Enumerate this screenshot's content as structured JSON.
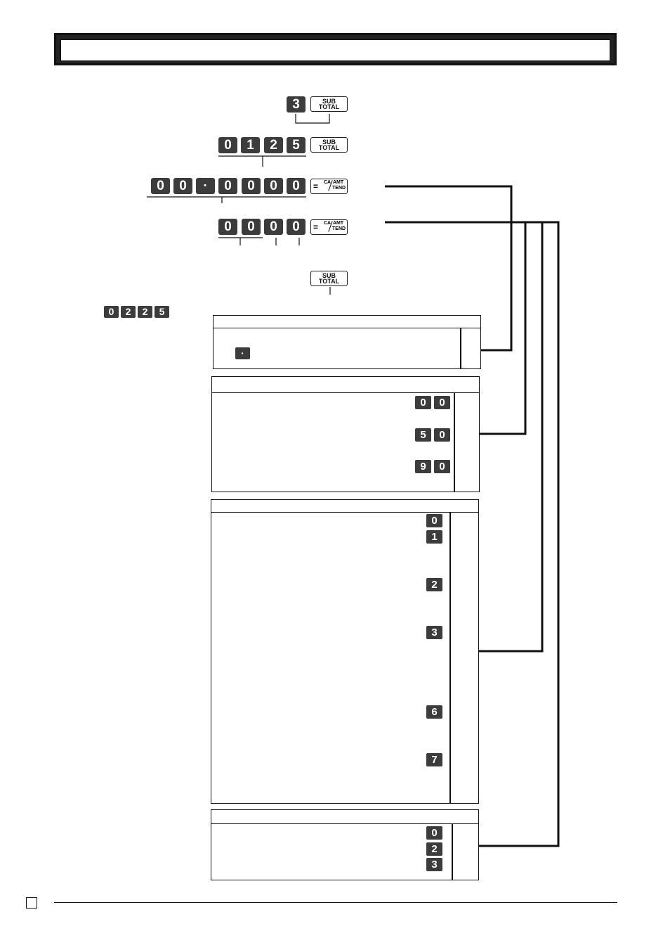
{
  "title": "",
  "steps": [
    {
      "keys": [
        "3"
      ],
      "function_key": "sub-total"
    },
    {
      "keys": [
        "0",
        "1",
        "2",
        "5"
      ],
      "function_key": "sub-total"
    },
    {
      "keys": [
        "0",
        "0",
        "·",
        "0",
        "0",
        "0",
        "0"
      ],
      "function_key": "ca-amt-tend"
    },
    {
      "keys": [
        "0",
        "0",
        "0",
        "0"
      ],
      "function_key": "ca-amt-tend"
    },
    {
      "keys": [],
      "function_key": "sub-total"
    }
  ],
  "function_keys": {
    "sub_total": {
      "line1": "SUB",
      "line2": "TOTAL"
    },
    "ca_amt_tend": {
      "eq": "=",
      "ca": "CA",
      "amt": "AMT",
      "tend": "TEND"
    }
  },
  "example_keys": [
    "0",
    "2",
    "2",
    "5"
  ],
  "panels": [
    {
      "keys": [
        [
          "·"
        ]
      ]
    },
    {
      "keys": [
        [
          "0",
          "0"
        ],
        [
          "5",
          "0"
        ],
        [
          "9",
          "0"
        ]
      ]
    },
    {
      "keys": [
        [
          "0"
        ],
        [
          "1"
        ],
        [
          "2"
        ],
        [
          "3"
        ],
        [
          "6"
        ],
        [
          "7"
        ]
      ]
    },
    {
      "keys": [
        [
          "0"
        ],
        [
          "2"
        ],
        [
          "3"
        ]
      ]
    }
  ],
  "page_number": ""
}
